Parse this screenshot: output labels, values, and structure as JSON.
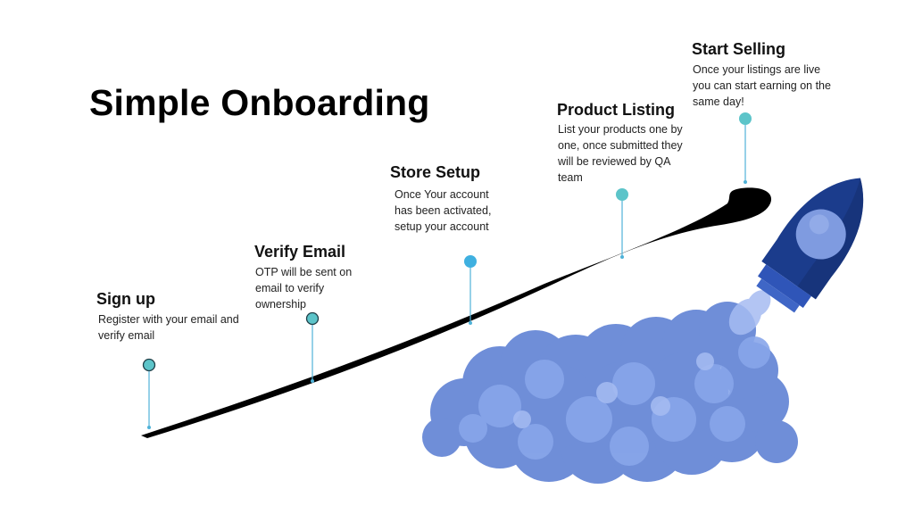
{
  "title": "Simple Onboarding",
  "colors": {
    "marker_fill": "#5cc4c9",
    "marker_stroke": "#1f3e47",
    "connector_line": "#4fb2d8",
    "curve": "#000000",
    "rocket_body": "#1b3c8c",
    "rocket_window": "#7f9be0",
    "smoke": "#7b97dc"
  },
  "steps": [
    {
      "id": "signup",
      "heading": "Sign up",
      "description": "Register with your email and verify email"
    },
    {
      "id": "verify",
      "heading": "Verify Email",
      "description": "OTP will be sent on email to verify ownership"
    },
    {
      "id": "store",
      "heading": "Store Setup",
      "description": "Once Your account has been activated, setup your account"
    },
    {
      "id": "product",
      "heading": "Product Listing",
      "description": "List your products one by one, once submitted they will be reviewed by QA team"
    },
    {
      "id": "selling",
      "heading": "Start Selling",
      "description": "Once your listings are live you can start earning on the same day!"
    }
  ]
}
